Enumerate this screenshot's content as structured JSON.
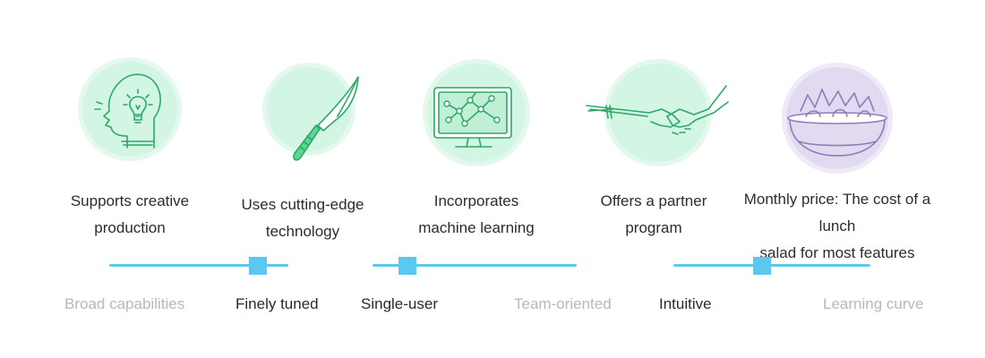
{
  "colors": {
    "accent": "#5cc8f0",
    "green_fill": "#d3f5e3",
    "green_ring": "#e4f8ee",
    "green_line": "#3fcf7f",
    "purple_fill": "#e1daf0",
    "purple_ring": "#efeaf7",
    "purple_line": "#9a86c2",
    "muted_text": "#b8b8b8"
  },
  "features": [
    {
      "icon": "lightbulb-head-icon",
      "lines": [
        "Supports creative",
        "production"
      ]
    },
    {
      "icon": "knife-icon",
      "lines": [
        "Uses cutting-edge",
        "technology"
      ]
    },
    {
      "icon": "monitor-network-icon",
      "lines": [
        "Incorporates",
        "machine learning"
      ]
    },
    {
      "icon": "handshake-icon",
      "lines": [
        "Offers a partner",
        "program"
      ]
    },
    {
      "icon": "salad-bowl-icon",
      "lines": [
        "Monthly price: The cost of a lunch",
        "salad for most features"
      ]
    }
  ],
  "sliders": [
    {
      "left_label": "Broad capabilities",
      "right_label": "Finely tuned",
      "value": 0.83,
      "active_side": "right"
    },
    {
      "left_label": "Single-user",
      "right_label": "Team-oriented",
      "value": 0.17,
      "active_side": "left"
    },
    {
      "left_label": "Intuitive",
      "right_label": "Learning curve",
      "value": 0.45,
      "active_side": "left"
    }
  ]
}
